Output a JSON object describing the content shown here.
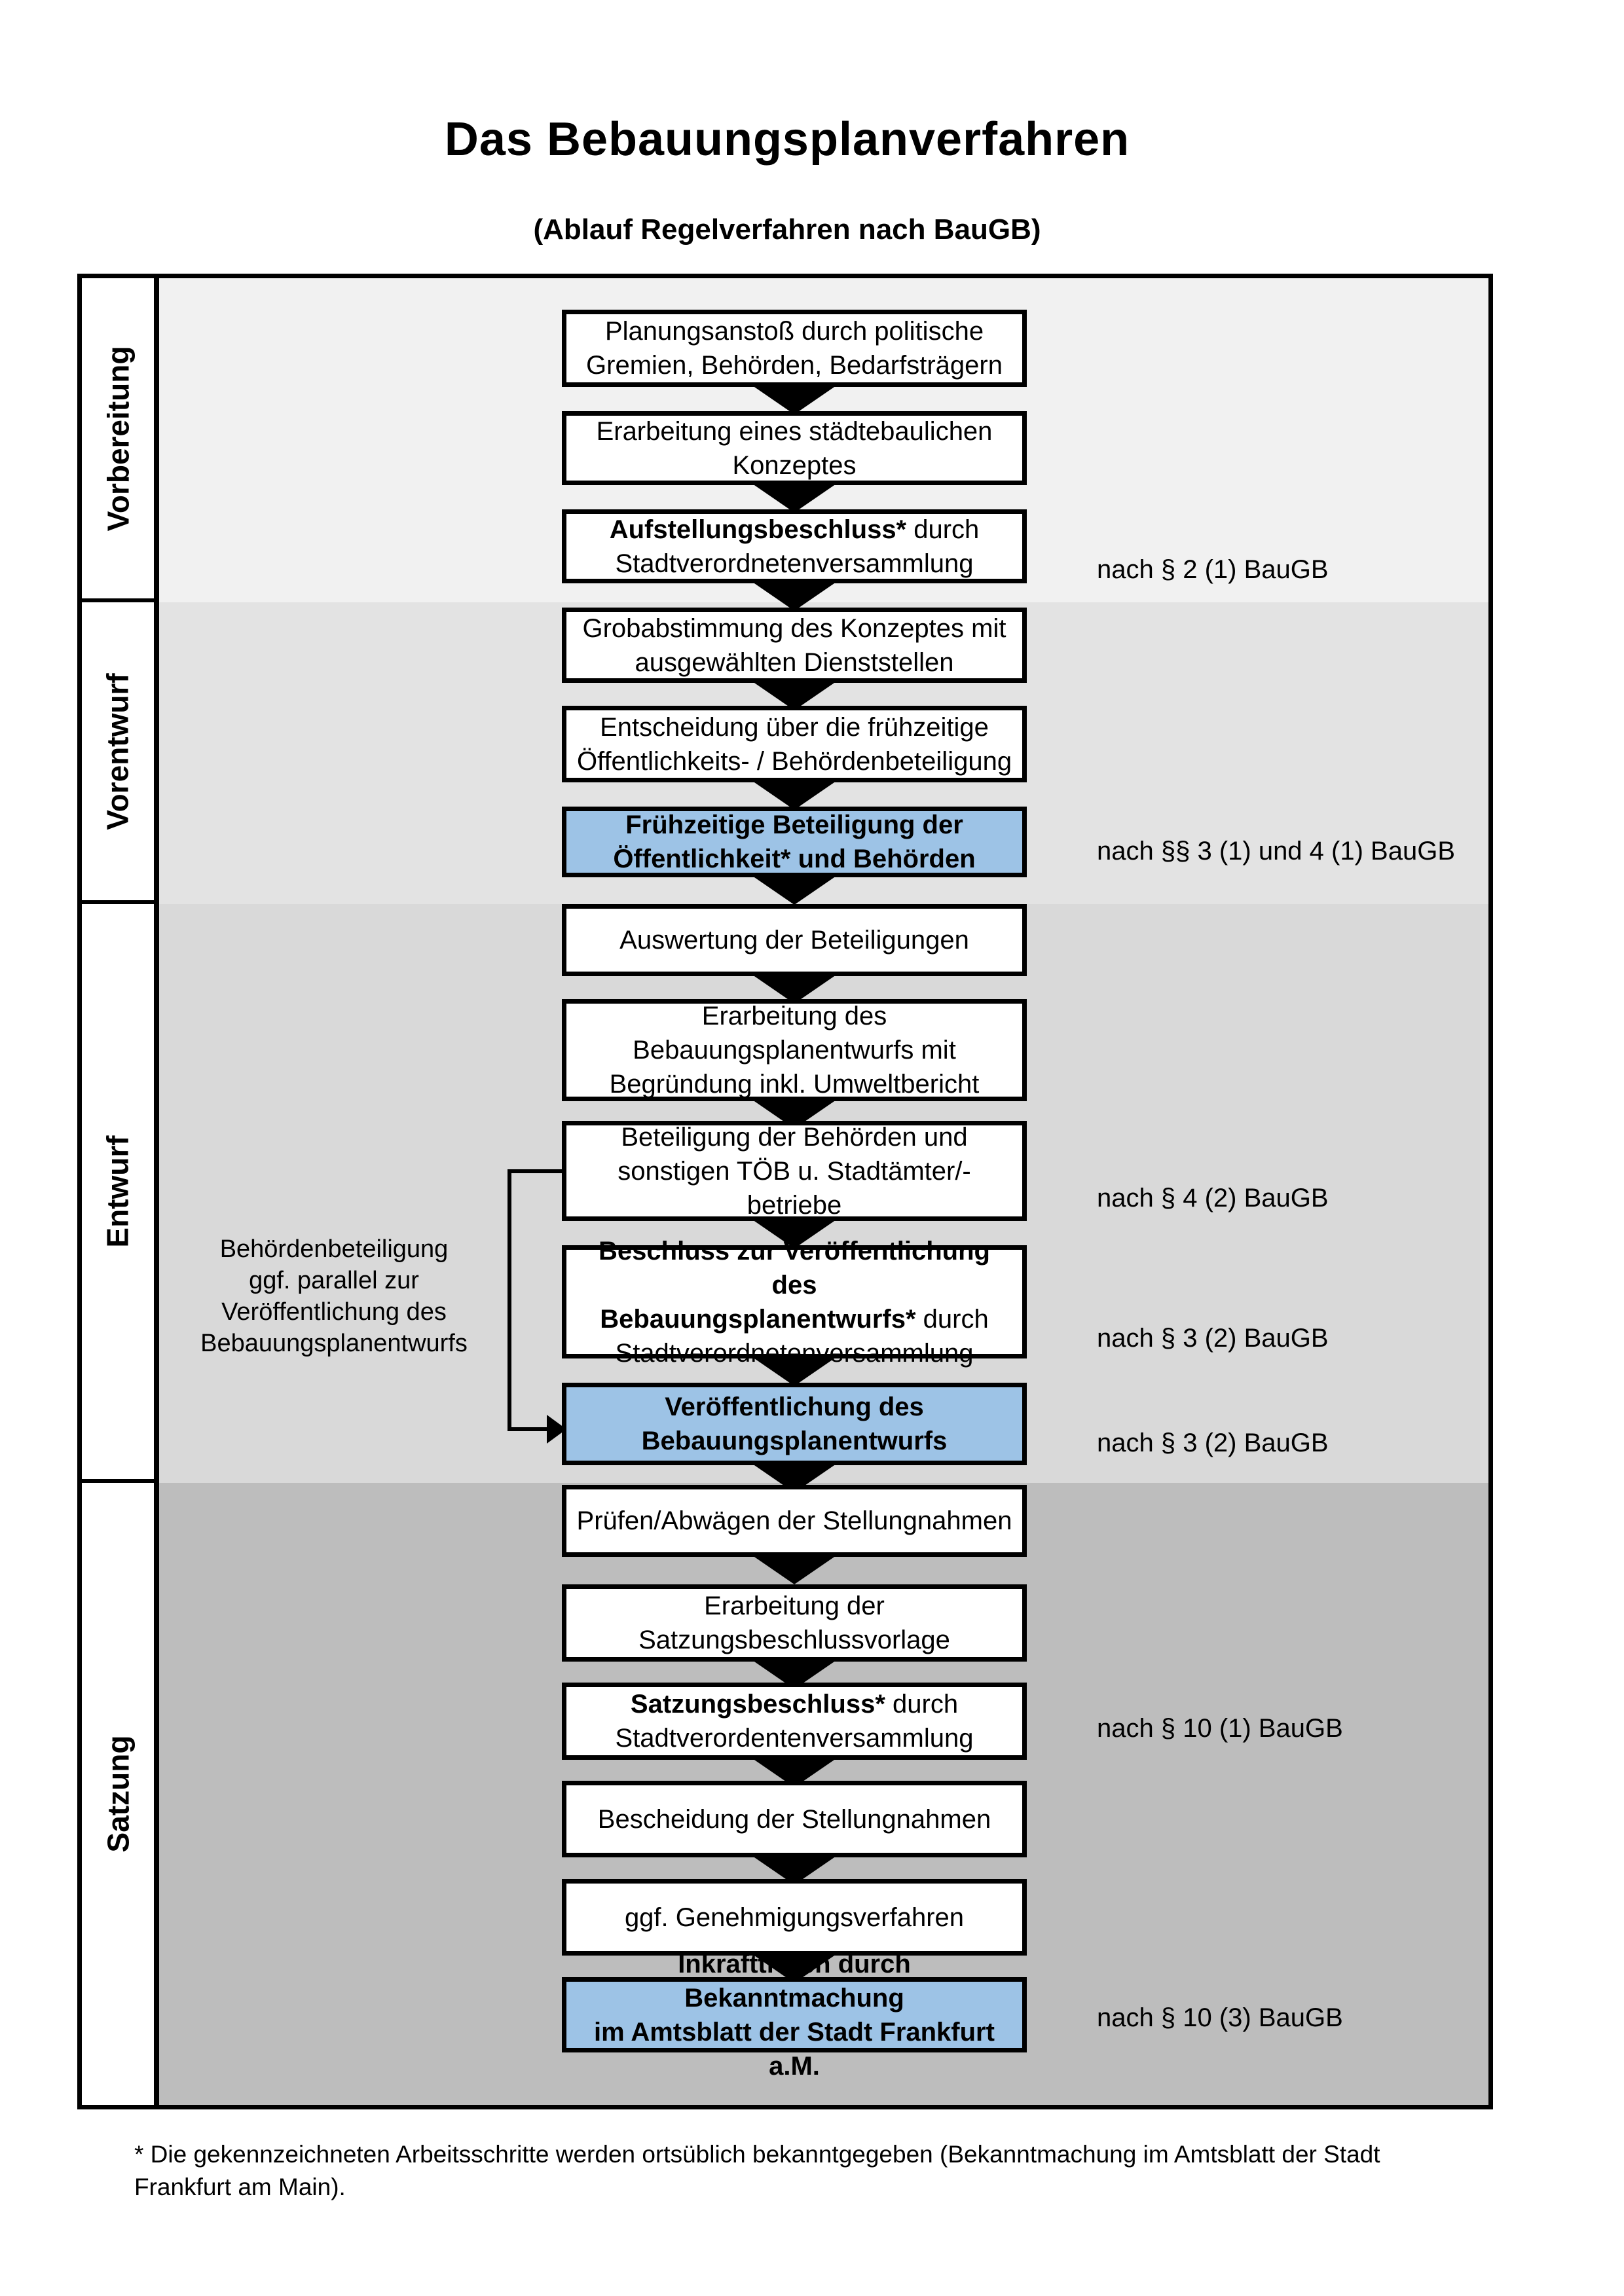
{
  "header": {
    "title": "Das Bebauungsplanverfahren",
    "subtitle": "(Ablauf Regelverfahren nach BauGB)"
  },
  "phases": [
    {
      "label": "Vorbereitung"
    },
    {
      "label": "Vorentwurf"
    },
    {
      "label": "Entwurf"
    },
    {
      "label": "Satzung"
    }
  ],
  "steps": [
    {
      "bold": "",
      "rest": "Planungsanstoß durch politische\nGremien, Behörden, Bedarfsträgern"
    },
    {
      "bold": "",
      "rest": "Erarbeitung eines städtebaulichen\nKonzeptes"
    },
    {
      "bold": "Aufstellungsbeschluss*",
      "rest": " durch\nStadtverordnetenversammlung"
    },
    {
      "bold": "",
      "rest": "Grobabstimmung des Konzeptes mit\nausgewählten Dienststellen"
    },
    {
      "bold": "",
      "rest": "Entscheidung über die frühzeitige\nÖffentlichkeits- / Behördenbeteiligung"
    },
    {
      "bold": "Frühzeitige Beteiligung der\nÖffentlichkeit* und Behörden",
      "rest": ""
    },
    {
      "bold": "",
      "rest": "Auswertung der Beteiligungen"
    },
    {
      "bold": "",
      "rest": "Erarbeitung des\nBebauungsplanentwurfs mit\nBegründung inkl. Umweltbericht"
    },
    {
      "bold": "",
      "rest": "Beteiligung der Behörden und\nsonstigen TÖB u. Stadtämter/-betriebe"
    },
    {
      "bold": "Beschluss zur Veröffentlichung des\nBebauungsplanentwurfs*",
      "rest": " durch\nStadtverordnetenversammlung"
    },
    {
      "bold": "Veröffentlichung des\nBebauungsplanentwurfs",
      "rest": ""
    },
    {
      "bold": "",
      "rest": "Prüfen/Abwägen der Stellungnahmen"
    },
    {
      "bold": "",
      "rest": "Erarbeitung der\nSatzungsbeschlussvorlage"
    },
    {
      "bold": "Satzungsbeschluss*",
      "rest": " durch\nStadtverordentenversammlung"
    },
    {
      "bold": "",
      "rest": "Bescheidung der Stellungnahmen"
    },
    {
      "bold": "",
      "rest": "ggf. Genehmigungsverfahren"
    },
    {
      "bold": "Inkrafttreten",
      "rest": " durch Bekanntmachung\nim Amtsblatt der Stadt Frankfurt a.M."
    }
  ],
  "annotations": [
    {
      "text": "nach § 2 (1) BauGB"
    },
    {
      "text": "nach §§ 3 (1) und 4 (1) BauGB"
    },
    {
      "text": "nach § 4 (2) BauGB"
    },
    {
      "text": "nach § 3 (2) BauGB"
    },
    {
      "text": "nach § 3 (2) BauGB"
    },
    {
      "text": "nach § 10 (1) BauGB"
    },
    {
      "text": "nach § 10 (3) BauGB"
    }
  ],
  "side_note": "Behördenbeteiligung\nggf. parallel zur\nVeröffentlichung des\nBebauungsplanentwurfs",
  "footnote": "* Die gekennzeichneten Arbeitsschritte werden ortsüblich bekanntgegeben (Bekanntmachung im Amtsblatt  der Stadt\nFrankfurt am Main).",
  "colors": {
    "ink": "#000000",
    "paper": "#ffffff",
    "hl-blue": "#9dc3e6",
    "sec-1": "#f1f1f1",
    "sec-2": "#e3e3e3",
    "sec-3": "#d9d9d9",
    "sec-4": "#bdbdbd"
  }
}
